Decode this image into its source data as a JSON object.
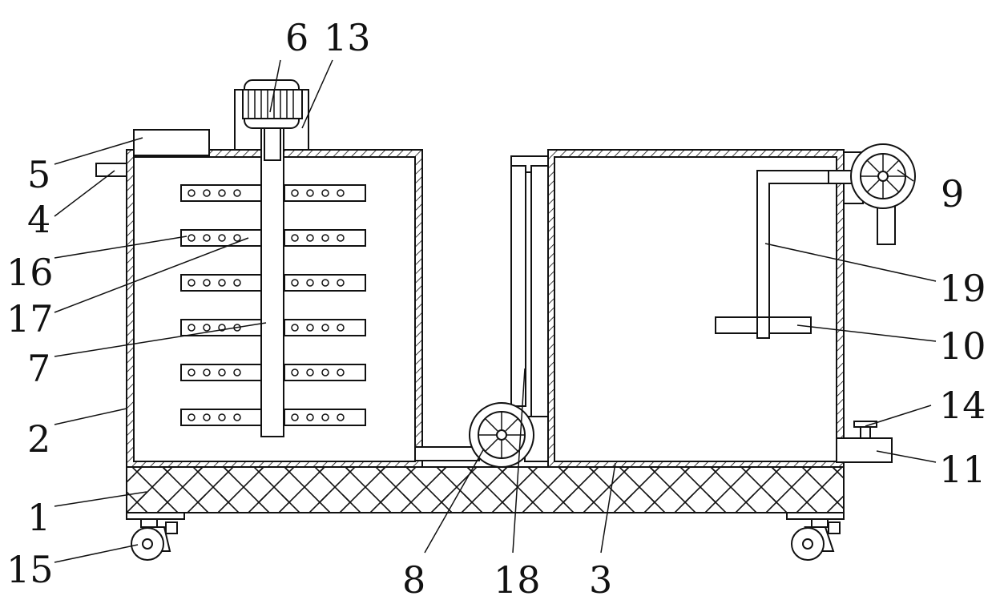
{
  "figure": {
    "callouts": [
      {
        "id": "1",
        "text": "1"
      },
      {
        "id": "2",
        "text": "2"
      },
      {
        "id": "3",
        "text": "3"
      },
      {
        "id": "4",
        "text": "4"
      },
      {
        "id": "5",
        "text": "5"
      },
      {
        "id": "6",
        "text": "6"
      },
      {
        "id": "7",
        "text": "7"
      },
      {
        "id": "8",
        "text": "8"
      },
      {
        "id": "9",
        "text": "9"
      },
      {
        "id": "10",
        "text": "10"
      },
      {
        "id": "11",
        "text": "11"
      },
      {
        "id": "13",
        "text": "13"
      },
      {
        "id": "14",
        "text": "14"
      },
      {
        "id": "15",
        "text": "15"
      },
      {
        "id": "16",
        "text": "16"
      },
      {
        "id": "17",
        "text": "17"
      },
      {
        "id": "18",
        "text": "18"
      },
      {
        "id": "19",
        "text": "19"
      }
    ],
    "colors": {
      "line": "#111111",
      "background": "#ffffff"
    }
  }
}
